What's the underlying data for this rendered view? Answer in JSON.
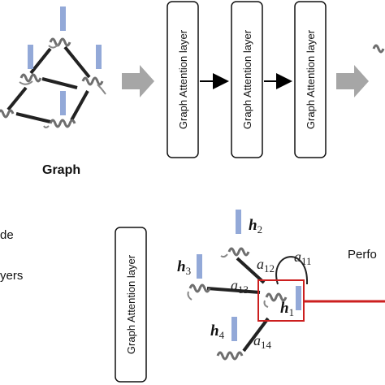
{
  "top": {
    "graph_label": "Graph",
    "layers": [
      "Graph Attention layer",
      "Graph Attention layer",
      "Graph Attention layer"
    ]
  },
  "bottom": {
    "left_texts": [
      "de",
      "yers"
    ],
    "layer_label": "Graph Attention layer",
    "perf_text": "Perfo",
    "nodes": {
      "h1": {
        "base": "h",
        "sub": "1"
      },
      "h2": {
        "base": "h",
        "sub": "2"
      },
      "h3": {
        "base": "h",
        "sub": "3"
      },
      "h4": {
        "base": "h",
        "sub": "4"
      }
    },
    "weights": {
      "a11": {
        "base": "a",
        "sub": "11"
      },
      "a12": {
        "base": "a",
        "sub": "12"
      },
      "a13": {
        "base": "a",
        "sub": "13"
      },
      "a14": {
        "base": "a",
        "sub": "14"
      }
    }
  },
  "colors": {
    "feature_bar": "#93a9d8",
    "arrow_gray": "#a6a6a6",
    "highlight_red": "#cc1f1f",
    "protein": "#7a7a7a"
  }
}
